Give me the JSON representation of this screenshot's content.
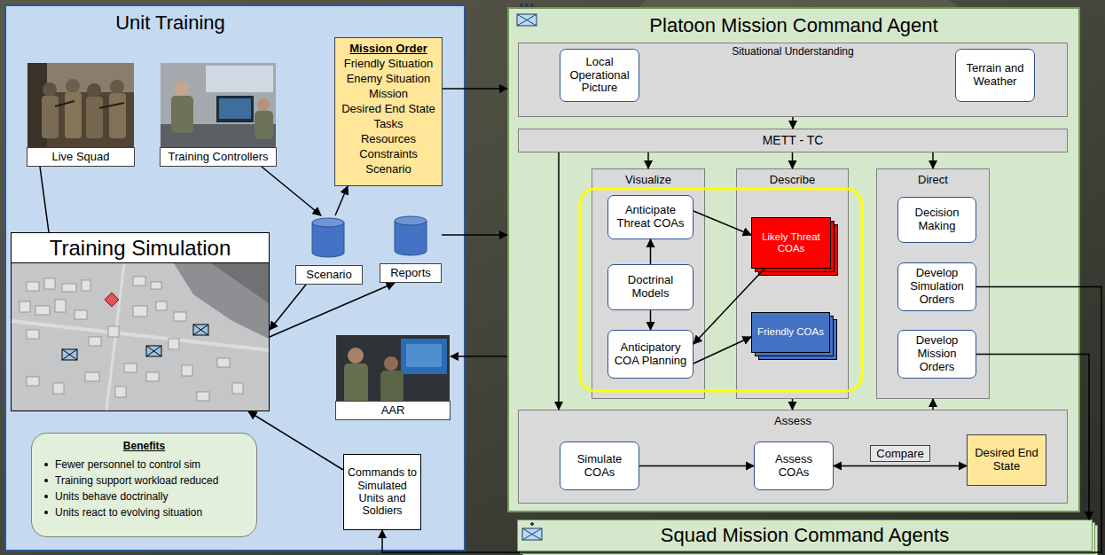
{
  "diagram": {
    "nodes": [
      {
        "text": [
          "Unit Training"
        ]
      },
      {
        "text": [
          "Live Squad"
        ],
        "in": 0
      },
      {
        "text": [
          "Training Controllers"
        ],
        "in": 0
      },
      {
        "text": [
          "Mission Order",
          "Friendly Situation",
          "Enemy Situation",
          "Mission",
          "Desired End State",
          "Tasks",
          "Resources",
          "Constraints",
          "Scenario"
        ],
        "in": 0
      },
      {
        "text": [
          "Training Simulation"
        ],
        "in": 0
      },
      {
        "text": [
          "Scenario"
        ],
        "in": 0
      },
      {
        "text": [
          "Reports"
        ],
        "in": 0
      },
      {
        "text": [
          "AAR"
        ],
        "in": 0
      },
      {
        "text": [
          "Benefits",
          "Fewer personnel to control sim",
          "Training support workload reduced",
          "Units behave doctrinally",
          "Units react to evolving situation"
        ],
        "in": 0
      },
      {
        "text": [
          "Commands to Simulated Units and Soldiers"
        ],
        "in": 0
      },
      {
        "text": [
          "Platoon Mission Command Agent"
        ]
      },
      {
        "text": [
          "Situational Understanding"
        ],
        "in": 10
      },
      {
        "text": [
          "Local Operational Picture"
        ],
        "in": 11
      },
      {
        "text": [
          "Terrain and Weather"
        ],
        "in": 11
      },
      {
        "text": [
          "METT - TC"
        ],
        "in": 10
      },
      {
        "text": [
          "Visualize"
        ],
        "in": 10
      },
      {
        "text": [
          "Anticipate Threat COAs"
        ],
        "in": 15
      },
      {
        "text": [
          "Doctrinal Models"
        ],
        "in": 15
      },
      {
        "text": [
          "Anticipatory COA Planning"
        ],
        "in": 15
      },
      {
        "text": [
          "Describe"
        ],
        "in": 10
      },
      {
        "text": [
          "Likely Threat COAs"
        ],
        "in": 19
      },
      {
        "text": [
          "Friendly COAs"
        ],
        "in": 19
      },
      {
        "text": [
          "Direct"
        ],
        "in": 10
      },
      {
        "text": [
          "Decision Making"
        ],
        "in": 22
      },
      {
        "text": [
          "Develop Simulation Orders"
        ],
        "in": 22
      },
      {
        "text": [
          "Develop Mission Orders"
        ],
        "in": 22
      },
      {
        "text": [
          "Assess"
        ],
        "in": 10
      },
      {
        "text": [
          "Simulate COAs"
        ],
        "in": 26
      },
      {
        "text": [
          "Assess COAs"
        ],
        "in": 26
      },
      {
        "text": [
          "Desired End State"
        ],
        "in": 26
      },
      {
        "text": [
          "Squad Mission Command Agents"
        ]
      }
    ],
    "edges": [
      {
        "from": 1,
        "to": 4,
        "arrow": "none"
      },
      {
        "from": 2,
        "to": 5,
        "arrow": "to"
      },
      {
        "from": 5,
        "to": 3,
        "arrow": "to"
      },
      {
        "from": 5,
        "to": 4,
        "arrow": "to"
      },
      {
        "from": 4,
        "to": 6,
        "arrow": "to"
      },
      {
        "from": 3,
        "to": 10,
        "arrow": "to"
      },
      {
        "from": 6,
        "to": 10,
        "arrow": "to"
      },
      {
        "from": 10,
        "to": 7,
        "arrow": "to"
      },
      {
        "from": 9,
        "to": 4,
        "arrow": "to"
      },
      {
        "from": 24,
        "to": 9,
        "arrow": "to"
      },
      {
        "from": 25,
        "to": 30,
        "arrow": "to"
      },
      {
        "from": 11,
        "to": 14,
        "arrow": "to"
      },
      {
        "from": 14,
        "to": 15,
        "arrow": "to"
      },
      {
        "from": 14,
        "to": 19,
        "arrow": "to"
      },
      {
        "from": 14,
        "to": 22,
        "arrow": "to"
      },
      {
        "from": 14,
        "to": 26,
        "arrow": "to"
      },
      {
        "from": 19,
        "to": 26,
        "arrow": "to"
      },
      {
        "from": 26,
        "to": 22,
        "arrow": "to"
      },
      {
        "from": 16,
        "to": 20,
        "arrow": "to"
      },
      {
        "from": 17,
        "to": 16,
        "arrow": "to"
      },
      {
        "from": 17,
        "to": 18,
        "arrow": "to"
      },
      {
        "from": 20,
        "to": 18,
        "arrow": "to"
      },
      {
        "from": 18,
        "to": 21,
        "arrow": "to"
      },
      {
        "from": 27,
        "to": 28,
        "arrow": "to"
      },
      {
        "from": 28,
        "to": 29,
        "label": "Compare",
        "arrow": "both"
      }
    ]
  }
}
